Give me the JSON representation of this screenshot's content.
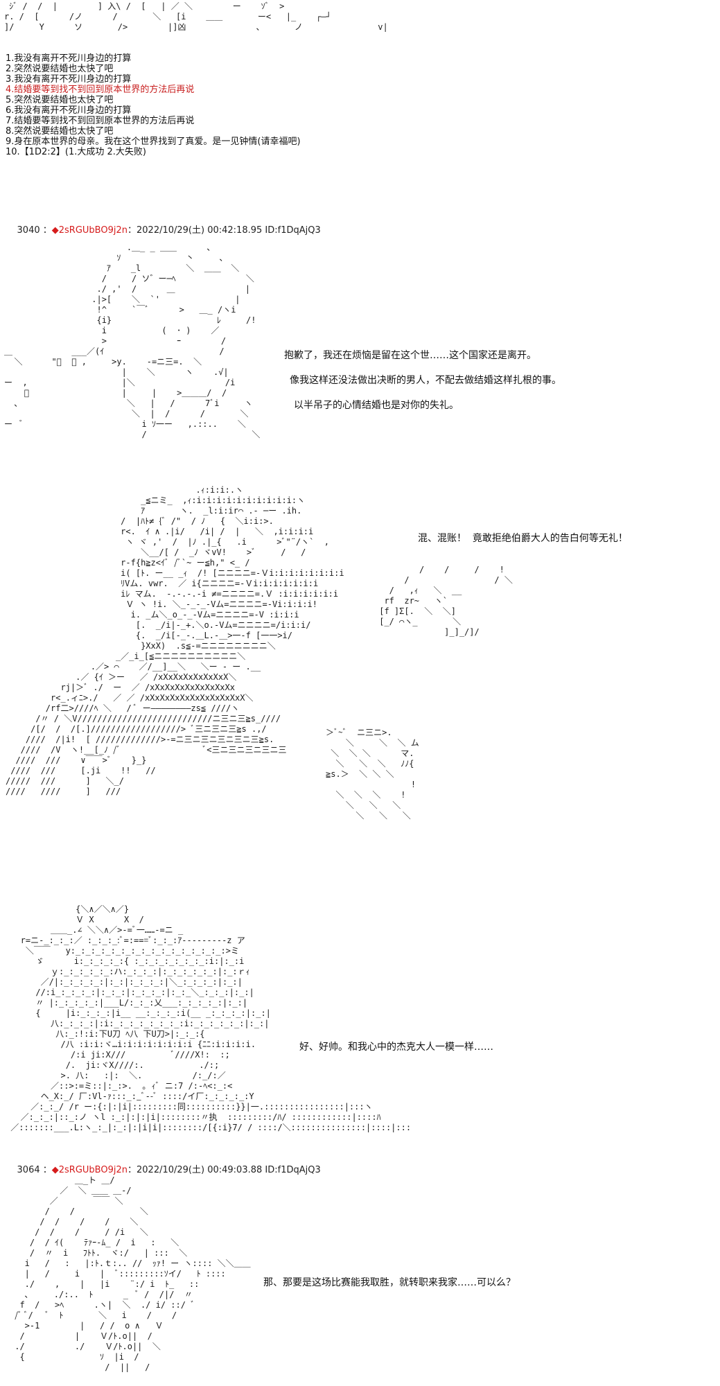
{
  "top_art": [
    " ｼﾞ /  /  |        ] 入\\ /  [   | ／ ＼        ー    ｿﾞ  >",
    "r. /  [      /ノ      /       ＼   [i    ＿＿       ー<   |_    ┌―┘",
    "]/     Y      ソ       />        |]凶              、      ノ               v|"
  ],
  "options": [
    {
      "text": "1.我没有离开不死川身边的打算",
      "highlight": false
    },
    {
      "text": "2.突然说要结婚也太快了吧",
      "highlight": false
    },
    {
      "text": "3.我没有离开不死川身边的打算",
      "highlight": false
    },
    {
      "text": "4.结婚要等到找不到回到原本世界的方法后再说",
      "highlight": true
    },
    {
      "text": "5.突然说要结婚也太快了吧",
      "highlight": false
    },
    {
      "text": "6.我没有离开不死川身边的打算",
      "highlight": false
    },
    {
      "text": "7.结婚要等到找不到回到原本世界的方法后再说",
      "highlight": false
    },
    {
      "text": "8.突然说要结婚也太快了吧",
      "highlight": false
    },
    {
      "text": "9.身在原本世界的母亲。我在这个世界找到了真爱。是一见钟情(请幸福吧)",
      "highlight": false
    },
    {
      "text": "10.【1D2:2】(1.大成功  2.大失败)",
      "highlight": false
    }
  ],
  "posts": [
    {
      "number": "3040",
      "marker": "◆",
      "trip": "2sRGUbBO9j2n",
      "date": "：2022/10/29(土) 00:42:18.95 ID:f1DqAjQ3"
    },
    {
      "number": "3064",
      "marker": "◆",
      "trip": "2sRGUbBO9j2n",
      "date": "：2022/10/29(土) 00:49:03.88 ID:f1DqAjQ3"
    }
  ],
  "dialogue": {
    "speech_1": "抱歉了，我还在烦恼是留在这个世……这个国家还是离开。",
    "speech_2": "像我这样还没法做出决断的男人，不配去做结婚这样扎根的事。",
    "speech_3": "以半吊子的心情结婚也是对你的失礼。",
    "speech_4": "混、混账！  竟敢拒绝伯爵大人的告白何等无礼！",
    "speech_5": "好、好帅。和我心中的杰克大人一模一样……",
    "speech_6": "那、那要是这场比赛能我取胜，就转职来我家……可以么？"
  },
  "art": {
    "figure_1": [
      "                 .＿_ _ ＿＿      、",
      "               ｿ             丶     、",
      "             ｱ    _l         ＼  ＿＿  ＼",
      "            /     / ソ゛ー─ﾍ              ＼",
      "           ./ ,'  /      ＿              |",
      "          .|>[    ＼  `'               |",
      "           !^     `￣ﾞ      >   ＿_ /ヽi",
      "           {i}                     ﾚ     /!",
      "            i           (  ･ )    ／",
      "            >              ｰ        /",
      "      ___／(ｲ                       /",
      "  \"ﾞ  ﾞ ,     >y.    -=ニ三=.  ＼",
      "                |    ＼      ヽ    .√|",
      "                |＼                  /i",
      "                |     |    >＿＿＿/  /",
      "                 ＼   |   /      7ﾞi     ヽ",
      "                  ＼  |  /      /       ＼",
      "                    i ｿ一ー   ,.::..    ＼",
      "                    /                     ＼"
    ],
    "figure_1_left": [
      "＿",
      "  ＼",
      "",
      "ー  ,",
      "    ﾞ",
      "  ､",
      "",
      "ー  ﾞ"
    ],
    "figure_2": [
      "                                      .ｨ:i:i:.ヽ",
      "                           _≦ニミ_  ,ｨ:i:i:i:i:i:i:i:i:i:i:ヽ",
      "                           ｱ       ヽ.  _l:i:ir⌒ .‐ ─ー .ih.",
      "                       /  |ﾊﾄ≠ {ﾞ /\"  / ﾉ   {  ＼i:i:>.",
      "                       r<.  ｲ ∧ .|i/   /i| /  |   ＼  ,i:i:i:i",
      "                        ヽ ヾ ,'  /  |ﾉ .|_{   .i      >ﾞ\"¨/ヽ`  ,",
      "                           ＼__/[ /  _ﾉ ヾvV!    >ﾞ     /   /",
      "                       r-f{h≧z<ｲﾞ /ﾞ`~ ー≦h,\" <_ /",
      "                       i( [ﾄ. ー__ _ｨ  /! [ニニニニ=-Ｖi:i:i:i:i:i:i:i",
      "                       ﾘVム. vwr.  ／ i{ニニニニ=-Ｖi:i:i:i:i:i:i",
      "                       iﾚ マム.  -.-.-.-i ≠=ニニニニ=.Ｖ :i:i:i:i:i:i",
      "                        Ｖ ヽ !i. ＼_-_-_-Vム=ニニニニ=-Vi:i:i:i!",
      "                         i. _ム＼_o_-_-Vム=ニニニニ=-V :i:i:i",
      "                          [.  _/i|-_+.＼o.‐Vム=ニニニニ=/i:i:i/",
      "                          {.  _/i[-_-.＿L.-＿>一-f [一一>i/",
      "                           }XxX)  .s≦-=ニニニニニニニニ＼",
      "                      _／_i_[≦ニニニニニニニニニニ＼",
      "                 .／> ⌒    ／/__]__＼   ＼ー ‐ ー .__",
      "              .／ {ｲ ＞ー   ／ /xXxXxXxXxXxXxX＼",
      "           rj|＞ﾞ ./  ー  ／ /xXxXxXxXxXxXxXxXx",
      "         r<_.ィﾆ>./   ／ ／ /xXxXxXxXxXxXxXxXxXxX＼",
      "        /rf二>////ﾍ ＼   / ﾞ ー――――――――zs≦ ////ヽ",
      "      /〃 / ＼V///////////////////////////ニ三ニ三≧s_////",
      "     /[/  /  /[.]//////////////////> ﾞ三ニ三ニ三≧s .,/",
      "    ////  /|i!  [ /////////////>-=ニ三ニ三ニ三ニ三ニ三≧s.",
      "   ////  /V  ヽ!__[_ﾉ /ﾞ                 ﾞ<三ニ三ニ三ニ三ニ三",
      "  ////  ///    ∨￣￣>ﾞ    }_}",
      " ////  ///     [.ji    !!   //",
      "/////  ///      ]   ＼_/",
      "////   ////     ]   ///"
    ],
    "figure_2_right": [
      "         /    /     /    !",
      "      /                 / ＼",
      "   /   ,ｨ   ＼  __",
      "  rf  zr~   ヽ`",
      " [f ]Σ[.  ＼  ＼]",
      " [_/ ⌒ヽ_       ＼",
      "              ]_]_/]/"
    ],
    "figure_2_right_lower": [
      "＞ﾞ~ﾞ  ニ三ニ>.",
      "    ＼     ＼  ＼ ム",
      " ＼  ＼ ＼      マ.",
      "  ＼   ＼  ＼   ﾉﾉ{",
      "≧s.＞  ＼ ＼ ＼",
      "                 !",
      "  ＼  ＼  ＼    !",
      "    ＼   ＼   ＼",
      "      ＼   ＼   ＼"
    ],
    "figure_3": [
      "              {＼∧／＼∧／}",
      "              Ｖ X      X  /",
      "         ＿＿_.∠ ＼＼∧／>‐=ﾞ一……-=ニ _",
      "   r=ニ-_:_:_:／ :_:_:_:ﾞ=:===ﾞ:_:_:ｱ‐------‐-z ア",
      "    ＼￣￣   y:_:_:_:_:_:_:_:_:_:_:_:_:_:_:_:>ミ",
      "      ゞ      i:_:_:_:_:{ :_:_:_:_:_:_:_:i:|:_:i",
      "         ｙ:_:_:_:_:_:ハ:_:_:_:|:_:_:_:_:_:|:_:ｒｨ",
      "       ／/|:_:_:_:_:|:_:|:_:_:_:|＼_:_:_:_:|:_:|",
      "      //:i_:_:_:_:|:_:_:|:_:_:_:|:_:_＼_:_:_:|:_:|",
      "      〃 |:_:_:_:_:|___L/:_:_:乂___:_:_:_:_:|:_:|",
      "      {     |i:_:_:_:|i__ __:_:_:_:i(__ _:_:_:_:|:_:|",
      "         八:_:_:_:|:i:_:_:_:_:_:_:_:i:_:_:_:_:_:|:_:|",
      "          八:_:!:i:下U刀 ﾍ八 下U刀>|:_:_:{",
      "           /八 :i:i:ヾ…i:i:i:i:i:i:i:i {ﾆﾆ:i:i:i:i.",
      "             /:i ji:X///         ﾞ////X!:  :;",
      "            /.  ji:ヾX////:.           ./:;    ",
      "           >. 八:   :|:  ＼.          /:_/:／",
      "         ／::>:=ミ::|:_:>.  ｡ ｨﾞ ニ:7 /:-ﾍ<:_:<",
      "       ヘ_X:_/ 厂:Vl-ｧ:::_:_ﾞ--ﾞ ::::/イ厂:_:_:_:_:Y",
      "     ／:_:_/ /r ー:{:|:|i|:::::::::同::::::::::}}|一.::::::::::::::::|:::ヽ",
      "   ／:_:_:|::_:ノ ヽl :_:|:|:|i|::::::::〃执  :::::::::/ﾊ/ ::::::::::::|::::ﾊ",
      " ／:::::::___.L:ヽ_:_|:_:|:|i|i|::::::::/[{:i}7/ / ::::/＼:::::::::::::::|::::|:::"
    ],
    "figure_4": [
      "             ＿_ト ＿/",
      "          ／  ＼ ＿＿ ＿-/",
      "        ／       ￣￣ ＼",
      "       /    /             ＼",
      "      /  /    /    /    ＼",
      "     /  /    /     / /i   ＼",
      "    /  / ｲ(    ﾃｧｰ‐ﾑ_ /  i   :   ＼",
      "    /  〃  i   ﾌﾄﾄ.  ヾ:/   | :::  ＼",
      "   i   /   :   |:ﾄ.ｔ:.. //  ｯｧ! ー ヽ:::: ＼＼＿＿",
      "   |   /     i    |  ﾞ:::::::::ｿイ/   ﾄ ::::",
      "   ./    ,    |   |i    ¨:/ i  ﾄ_   ::",
      "   ､     ./:..  ﾄ      _  ﾞ /  /|/  〃",
      "  f  /   >ﾍ      .ヽ|  ＼  ./ i/ ::/ ﾞ",
      " /ﾞ ﾞ/   ﾞ  ﾄ       ＼   i    /    /",
      "   >-1        |   / /  o ∧   Ｖ",
      "  /          |    Ｖ/ﾄ.o||  /",
      " ./          ./    Ｖ/ﾄ.o||  ＼",
      "  {               ｿ  |i  /",
      "                   /  ||   /"
    ]
  }
}
